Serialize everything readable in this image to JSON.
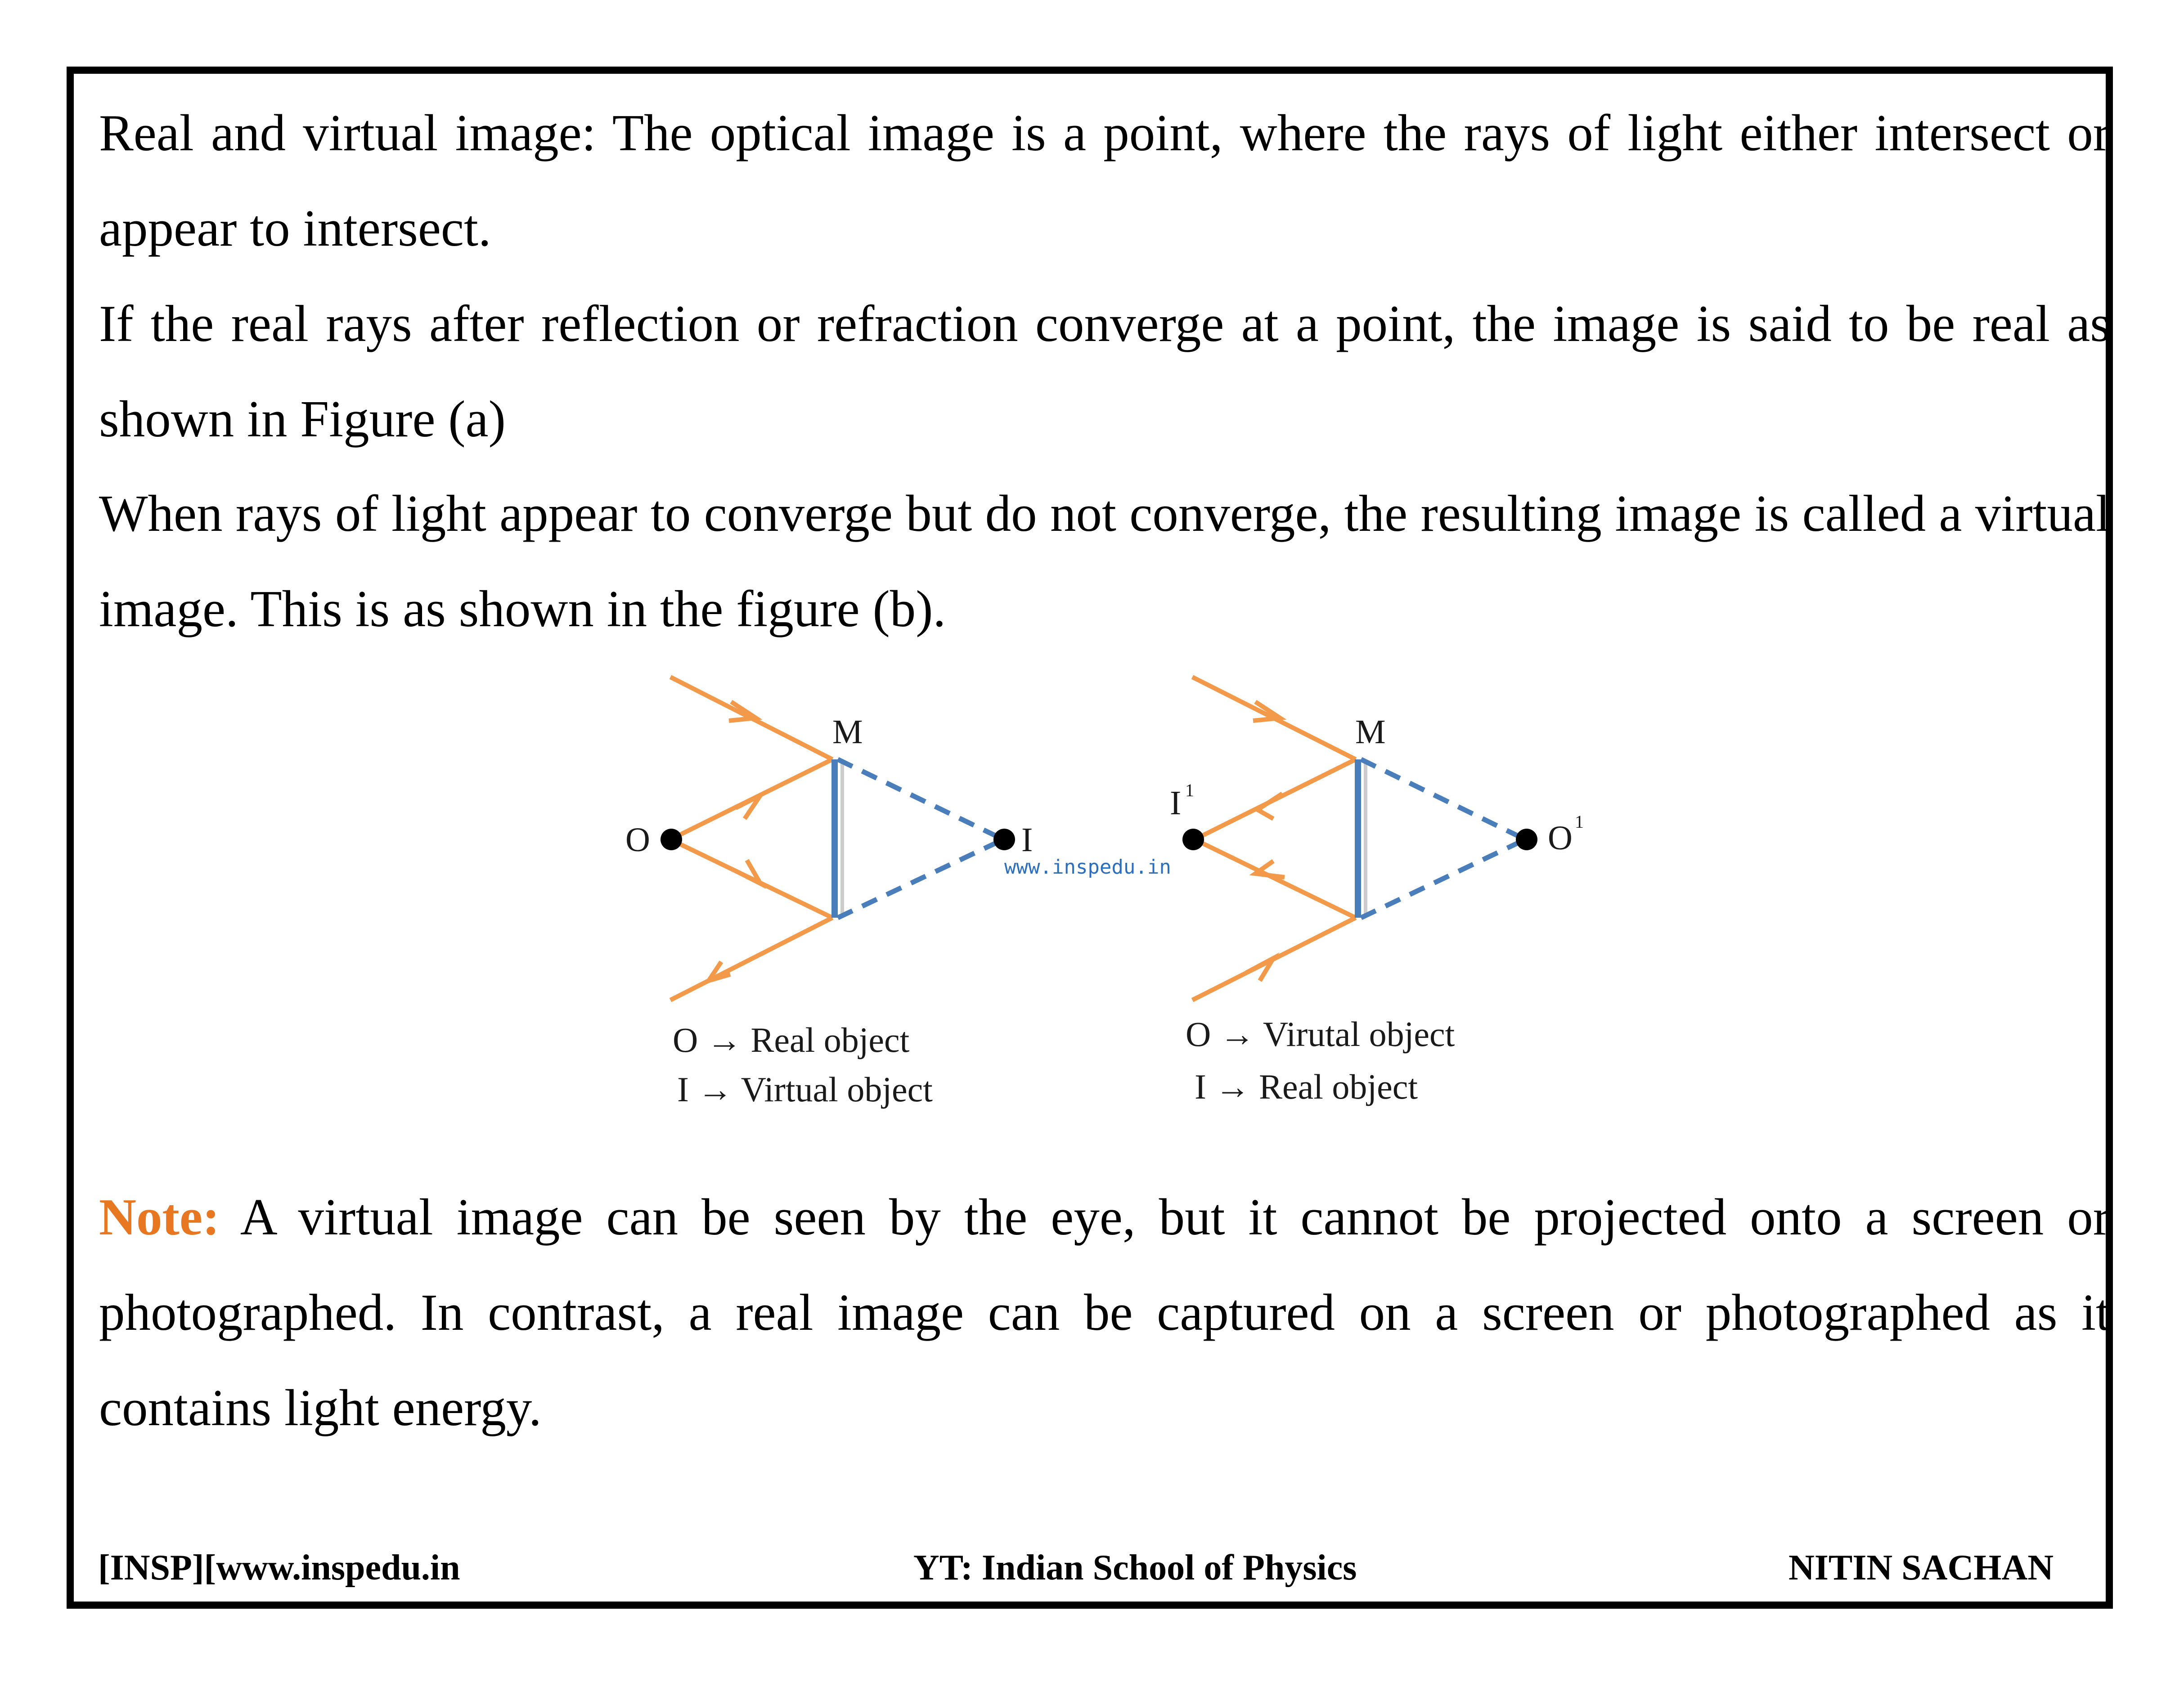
{
  "paragraphs": {
    "p1": "Real and virtual image: The optical image is a point, where the rays of light either intersect or appear to intersect.",
    "p2": "If the real rays after reflection or refraction converge at a point, the image is said to be real as shown in Figure (a)",
    "p3": "When rays of light appear to converge but do not converge, the resulting image is called a virtual image. This is as shown in the figure (b)."
  },
  "figure": {
    "left": {
      "label_M": "M",
      "label_O": "O",
      "label_I": "I",
      "legend_1": "O → Real object",
      "legend_2": "I → Virtual object"
    },
    "right": {
      "label_M": "M",
      "label_I": "I",
      "label_I_sup": "1",
      "label_O": "O",
      "label_O_sup": "1",
      "legend_1": "O → Virutal object",
      "legend_2": "I → Real object"
    },
    "watermark": "www.inspedu.in",
    "colors": {
      "ray": "#f2994a",
      "mirror": "#4a7ebb",
      "dashed": "#4a7ebb",
      "point": "#000000"
    }
  },
  "note": {
    "label": "Note:",
    "text": " A virtual image can be seen by the eye, but it cannot be projected onto a screen or photographed. In contrast, a real image can be captured on a screen or photographed as it contains light energy."
  },
  "footer": {
    "left": "[INSP][www.inspedu.in",
    "center": "YT: Indian School of Physics",
    "right": "NITIN SACHAN"
  }
}
